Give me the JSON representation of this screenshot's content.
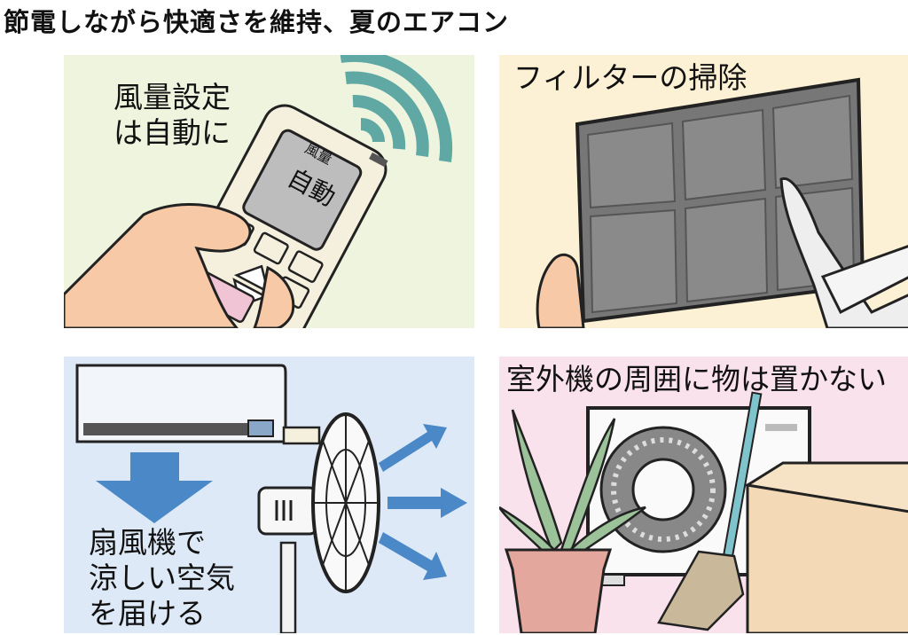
{
  "title": "節電しながら快適さを維持、夏のエアコン",
  "panels": {
    "fan_setting": {
      "caption_line1": "風量設定",
      "caption_line2": "は自動に",
      "remote_small": "風量",
      "remote_large": "自動",
      "bg_color": "#eef4dd"
    },
    "filter": {
      "caption": "フィルターの掃除",
      "bg_color": "#fdf1d5"
    },
    "electric_fan": {
      "caption_line1": "扇風機で",
      "caption_line2": "涼しい空気",
      "caption_line3": "を届ける",
      "bg_color": "#dde9f6"
    },
    "outdoor_unit": {
      "caption": "室外機の周囲に物は置かない",
      "bg_color": "#f9e2ec"
    }
  },
  "colors": {
    "signal_teal": "#5fa8a4",
    "arrow_blue": "#4a88c8",
    "skin": "#f7c9a6",
    "plant_green": "#9cc29a",
    "pot": "#e4a79e",
    "box": "#f3d9b5"
  }
}
